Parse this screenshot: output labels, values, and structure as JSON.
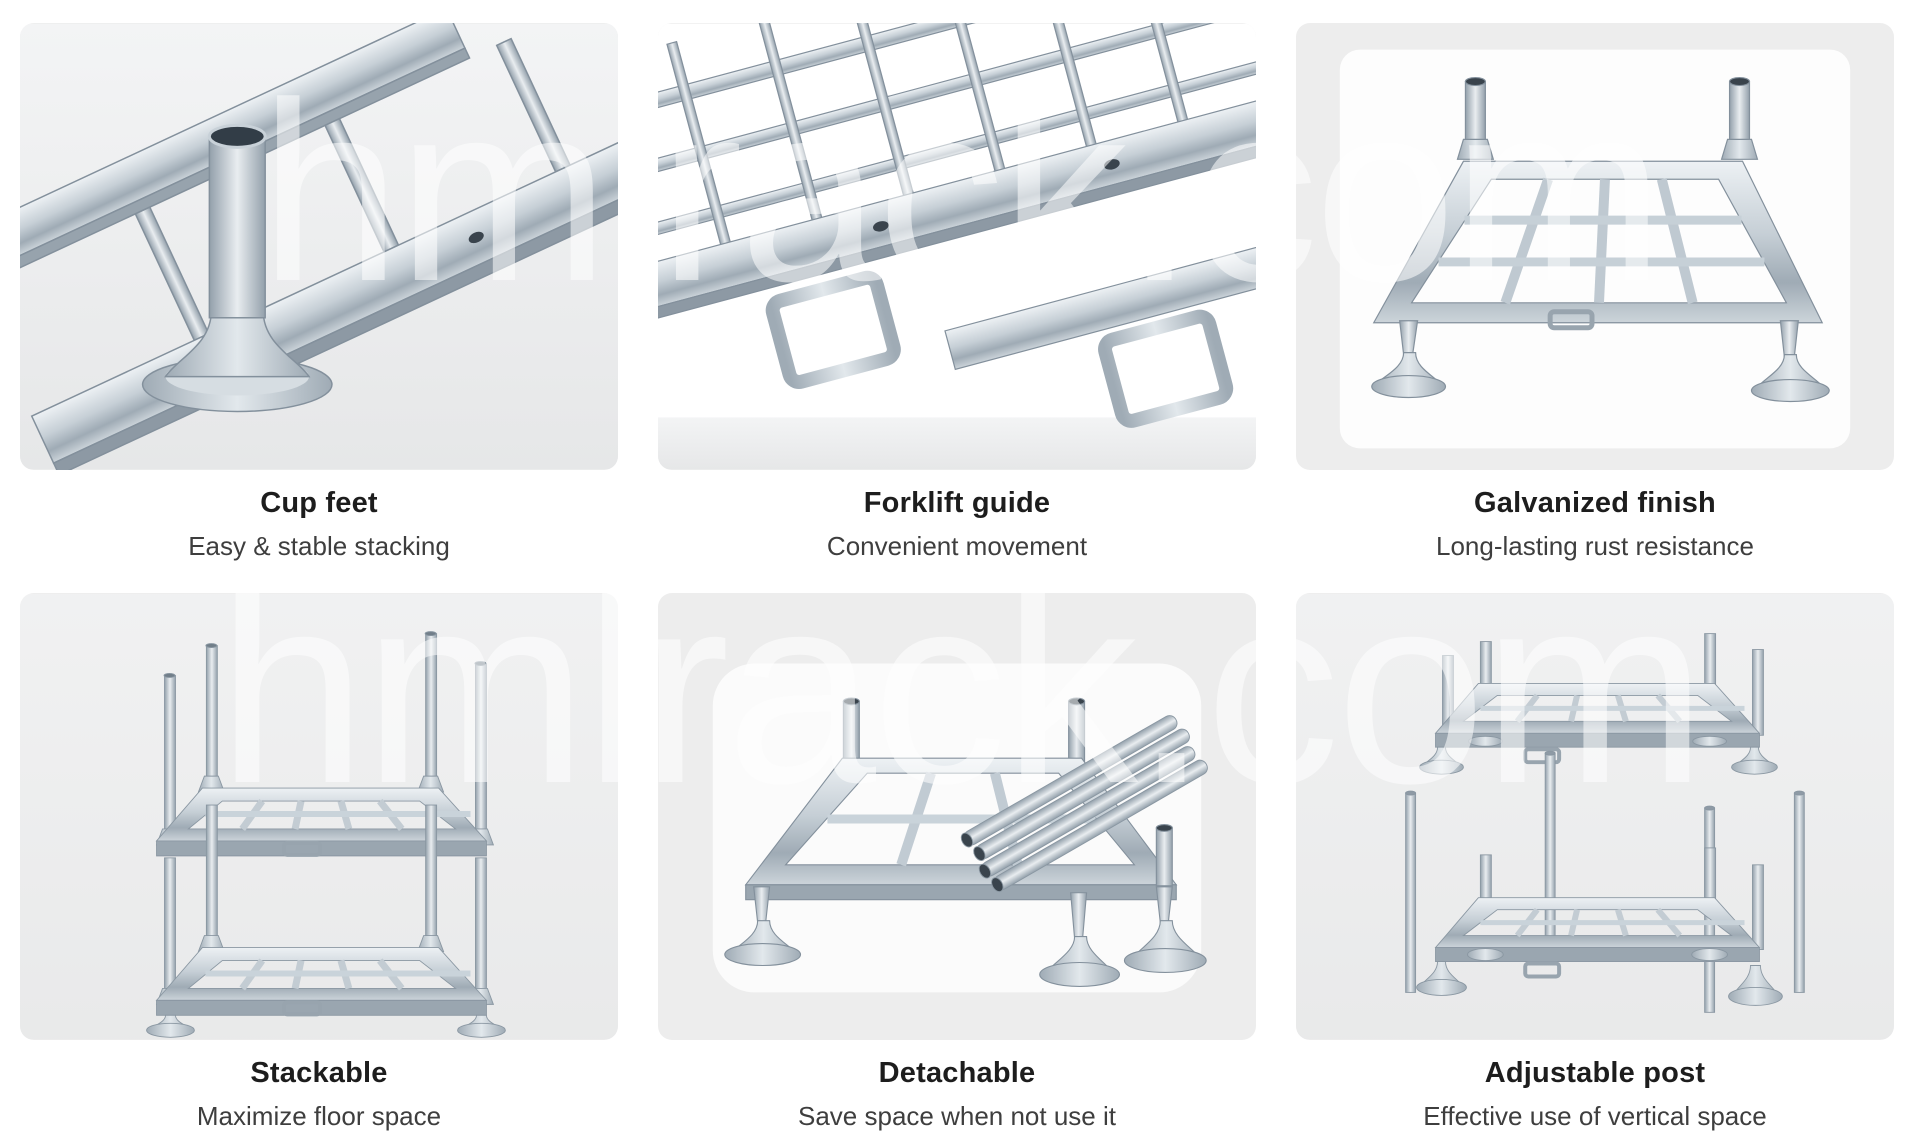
{
  "watermark": {
    "text": "hmlrack.com"
  },
  "features": [
    {
      "title": "Cup feet",
      "subtitle": "Easy & stable stacking",
      "image": "cup-feet-photo"
    },
    {
      "title": "Forklift guide",
      "subtitle": "Convenient movement",
      "image": "forklift-guide-photo"
    },
    {
      "title": "Galvanized finish",
      "subtitle": "Long-lasting rust resistance",
      "image": "galvanized-finish-photo"
    },
    {
      "title": "Stackable",
      "subtitle": "Maximize floor space",
      "image": "stackable-photo"
    },
    {
      "title": "Detachable",
      "subtitle": "Save space when not use it",
      "image": "detachable-photo"
    },
    {
      "title": "Adjustable post",
      "subtitle": "Effective use of vertical space",
      "image": "adjustable-post-photo"
    }
  ],
  "colors": {
    "page_bg": "#ffffff",
    "tile_bg": "#ededed",
    "title_text": "#1d1d1d",
    "subtitle_text": "#3e3e3e",
    "metal_light": "#e9eef2",
    "metal_mid": "#b6c1ca",
    "metal_dark": "#8d99a4",
    "watermark": "rgba(255,255,255,0.55)"
  }
}
